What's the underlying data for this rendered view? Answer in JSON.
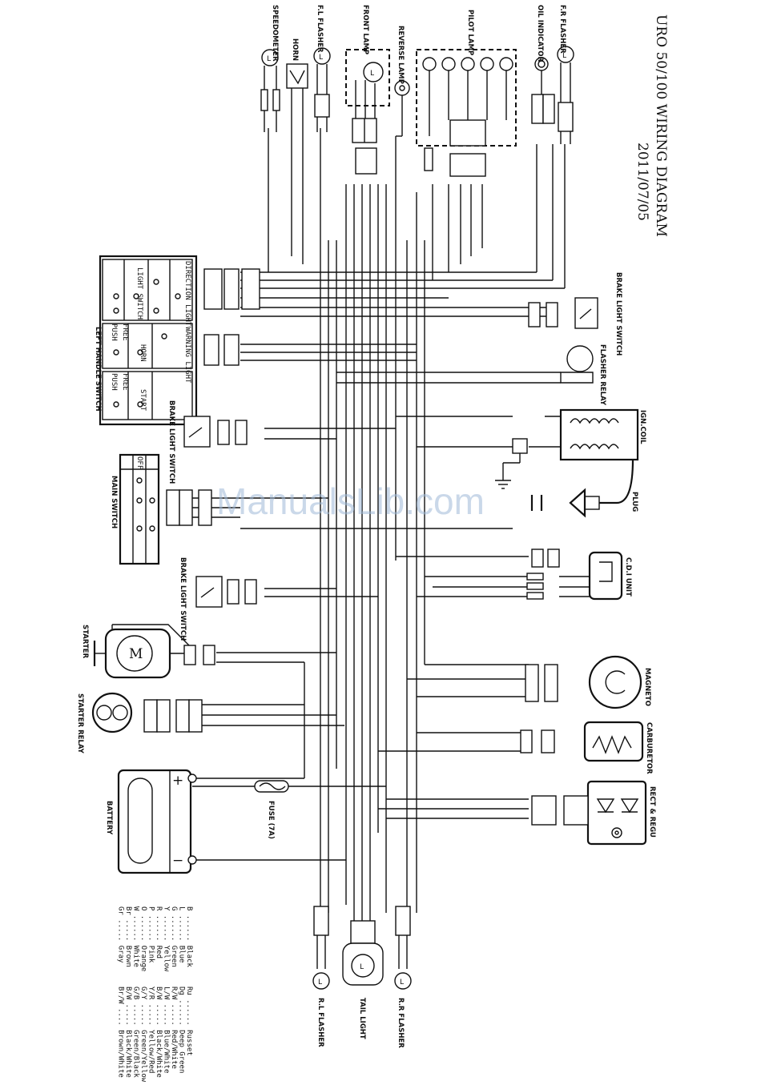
{
  "title": {
    "heading": "URO 50/100 WIRING DIAGRAM",
    "date": "2011/07/05"
  },
  "watermark": "ManualsLib.com",
  "components": {
    "speedometer": "SPEEDOMETER",
    "horn": "HORN",
    "fl_flasher": "F.L FLASHER",
    "front_lamp": "FRONT LAMP",
    "reverse_lamp": "REVERSE LAMP",
    "pilot_lamp": "PILOT LAMP",
    "oil_indicator": "OIL INDICATOR",
    "fr_flasher": "F.R FLASHER",
    "brake_light_switch_1": "BRAKE LIGHT SWITCH",
    "flasher_relay": "FLASHER RELAY",
    "ign_coil": "IGN.COIL",
    "plug": "PLUG",
    "cdi_unit": "C.D.I UNIT",
    "magneto": "MAGNETO",
    "carburetor": "CARBURETOR",
    "rect_regu": "RECT & REGU",
    "left_handle_switch": "LEFT HANDLE SWITCH",
    "brake_light_switch_2": "BRAKE LIGHT SWITCH",
    "main_switch": "MAIN SWITCH",
    "brake_light_switch_3": "BRAKE LIGHT SWITCH",
    "starter": "STARTER",
    "starter_relay": "STARTER RELAY",
    "battery": "BATTERY",
    "fuse": "FUSE (7A)",
    "rl_flasher": "R.L FLASHER",
    "tail_light": "TAIL LIGHT",
    "rr_flasher": "R.R FLASHER"
  },
  "switch_blocks": {
    "direction_light": "DIRECTION LIGHT",
    "light_switch": "LIGHT SWITCH",
    "warning_light": "WARNING LIGHT",
    "horn": "HORN",
    "start": "START",
    "push": "PUSH",
    "free": "FREE",
    "off": "OFF"
  },
  "legend_left": [
    "B ...... Black",
    "L ...... Blue",
    "G ...... Green",
    "Y ...... Yellow",
    "R ...... Red",
    "P ...... Pink",
    "O ...... Orange",
    "W ...... White",
    "Br ..... Brown",
    "Gr ..... Gray"
  ],
  "legend_right": [
    "Ru ...... Russet",
    "Dg ...... Deep Green",
    "R/W ..... Red/White",
    "L/W ..... Blue/White",
    "B/W ..... Black/White",
    "Y/R ..... Yellow/Red",
    "G/Y ..... Green/Yellow",
    "G/B ..... Green/Black",
    "B/W ..... Black/White",
    "Br/W .... Brown/White"
  ],
  "wire_codes": [
    "B",
    "L",
    "G",
    "Y",
    "R",
    "P",
    "O",
    "W",
    "Br",
    "Gr",
    "Ru",
    "Dg",
    "R/W",
    "L/W",
    "B/W",
    "Y/R",
    "G/Y",
    "G/B",
    "Br/W"
  ],
  "colors": {
    "ink": "#111111",
    "watermark": "#9fbad8"
  }
}
